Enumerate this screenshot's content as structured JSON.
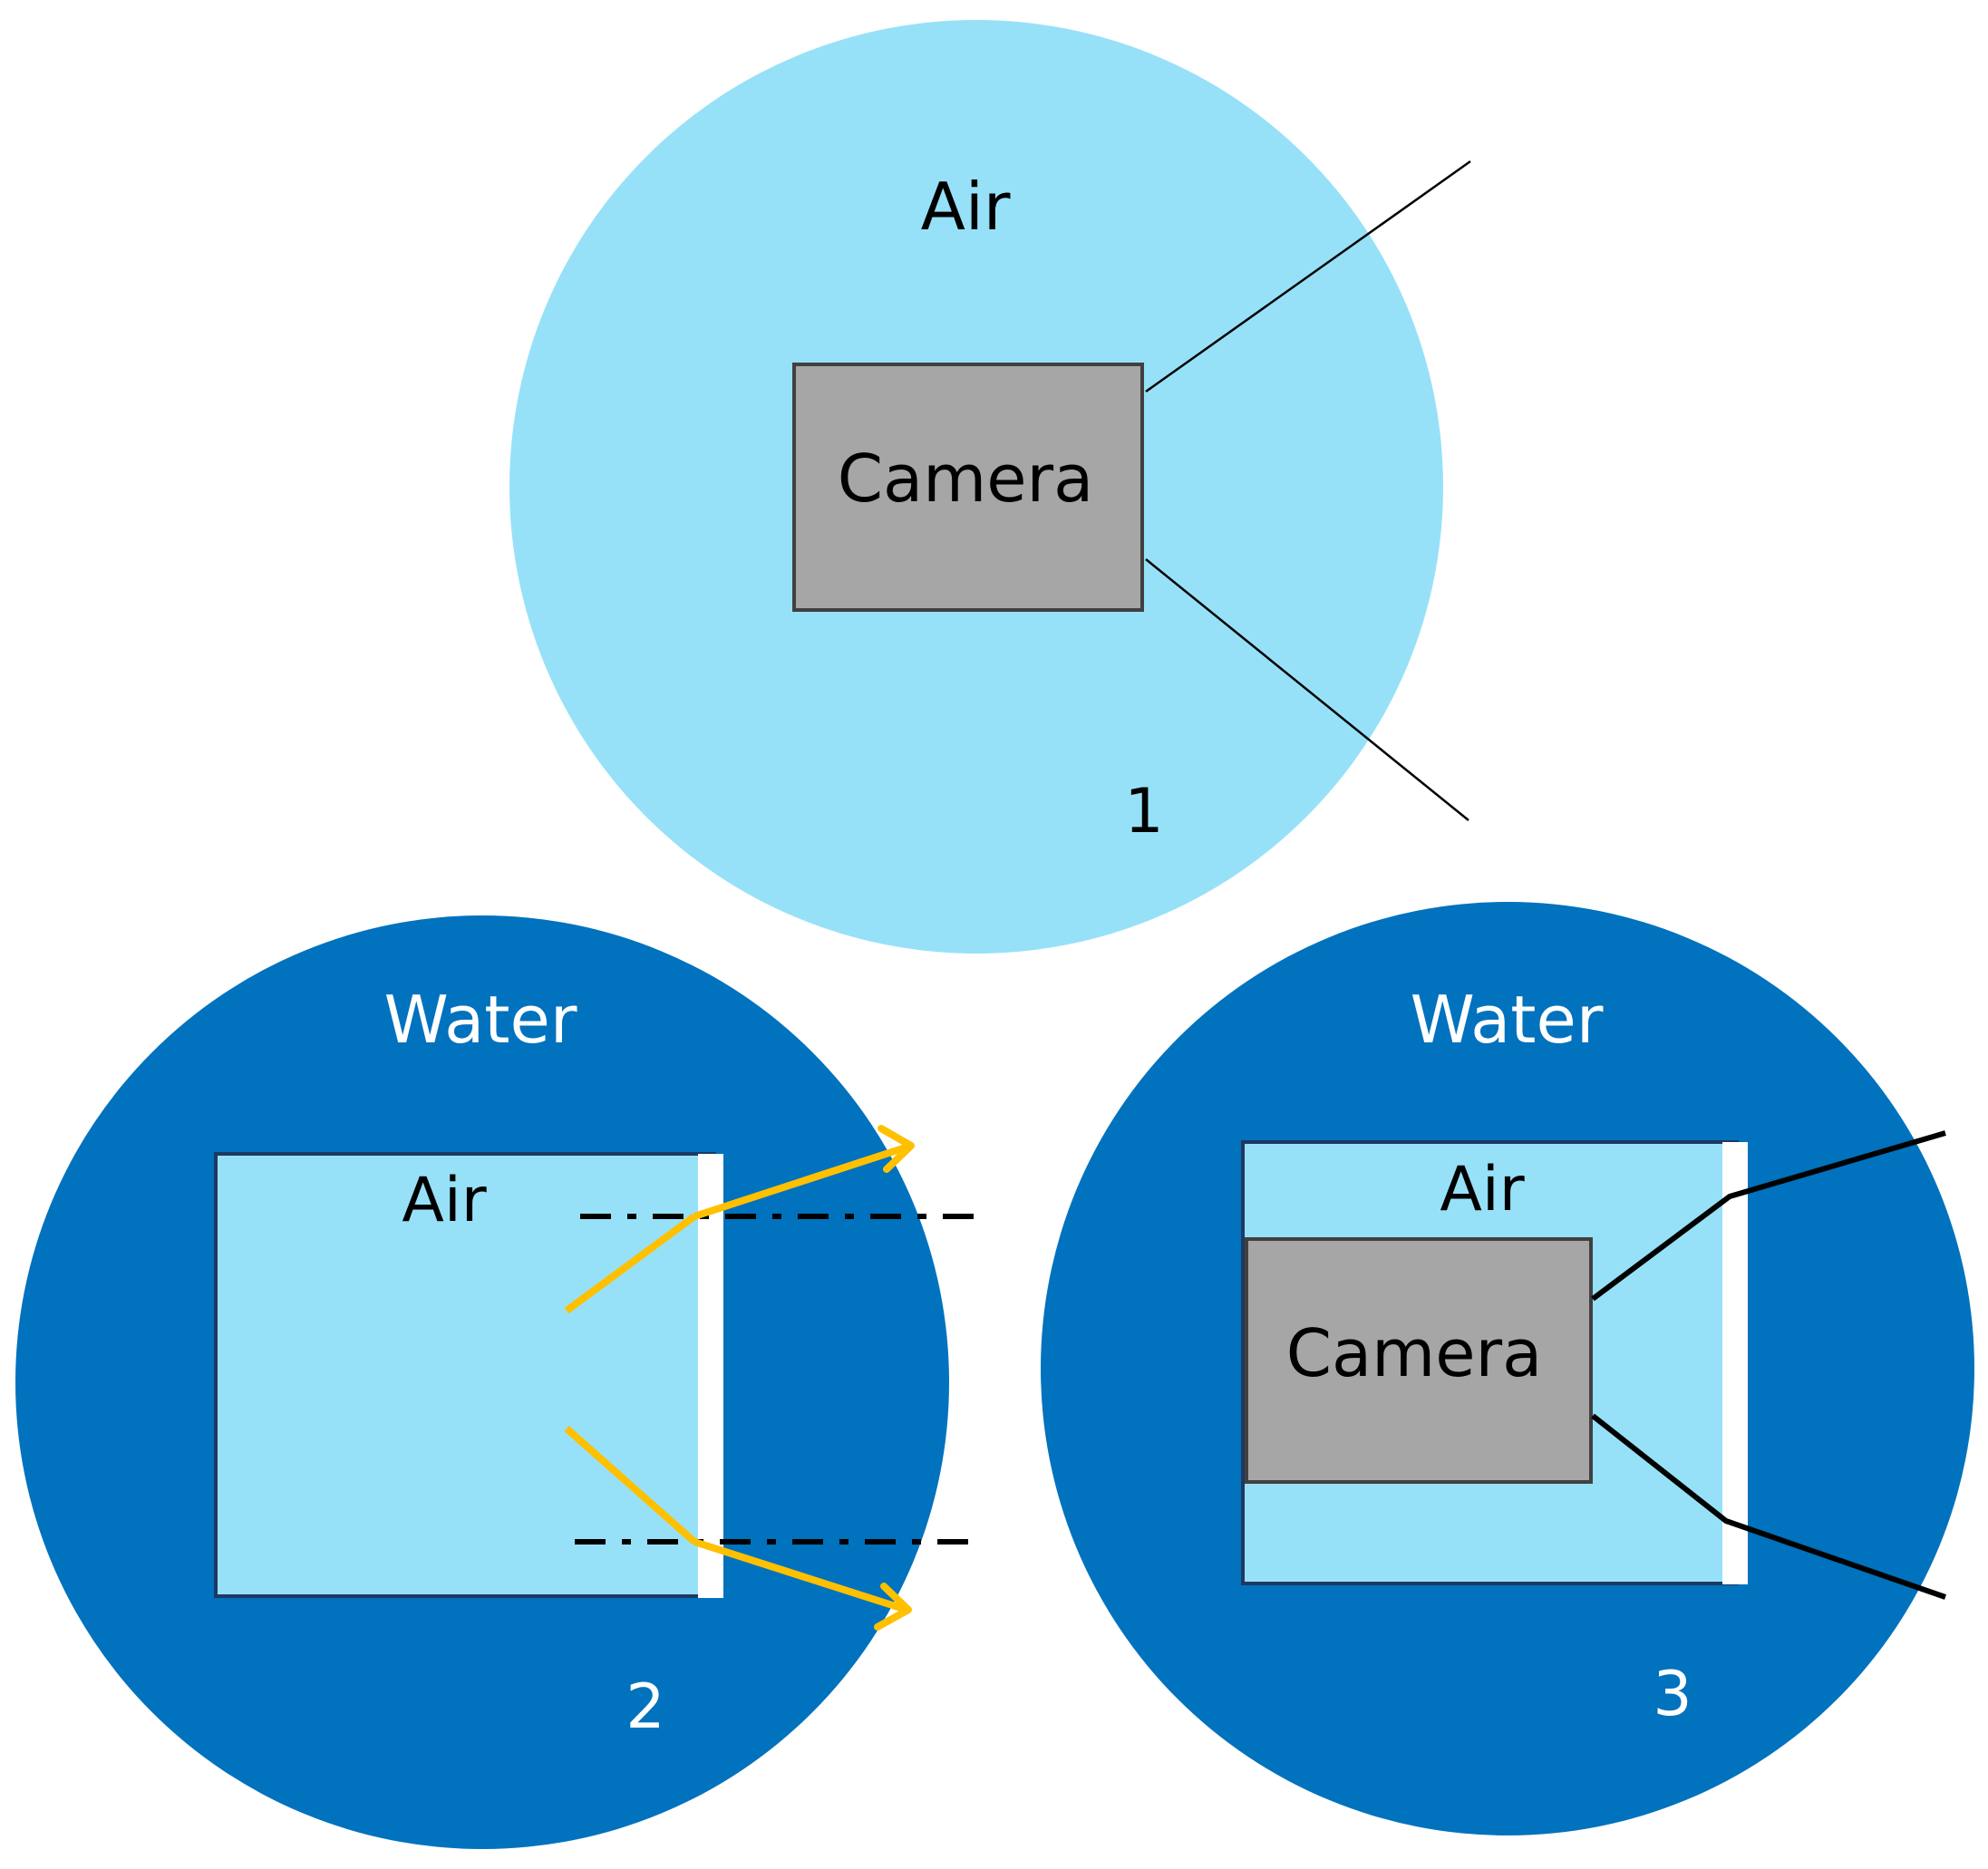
{
  "panels": [
    {
      "number": "1",
      "medium_label": "Air",
      "camera_label": "Camera"
    },
    {
      "number": "2",
      "medium_label": "Water",
      "housing_label": "Air"
    },
    {
      "number": "3",
      "medium_label": "Water",
      "housing_label": "Air",
      "camera_label": "Camera"
    }
  ],
  "colors": {
    "air": "#97E1F8",
    "water": "#0072BE",
    "camera": "#A6A6A6",
    "ray": "#FFC000",
    "port": "#FFFFFF",
    "line": "#000000"
  }
}
